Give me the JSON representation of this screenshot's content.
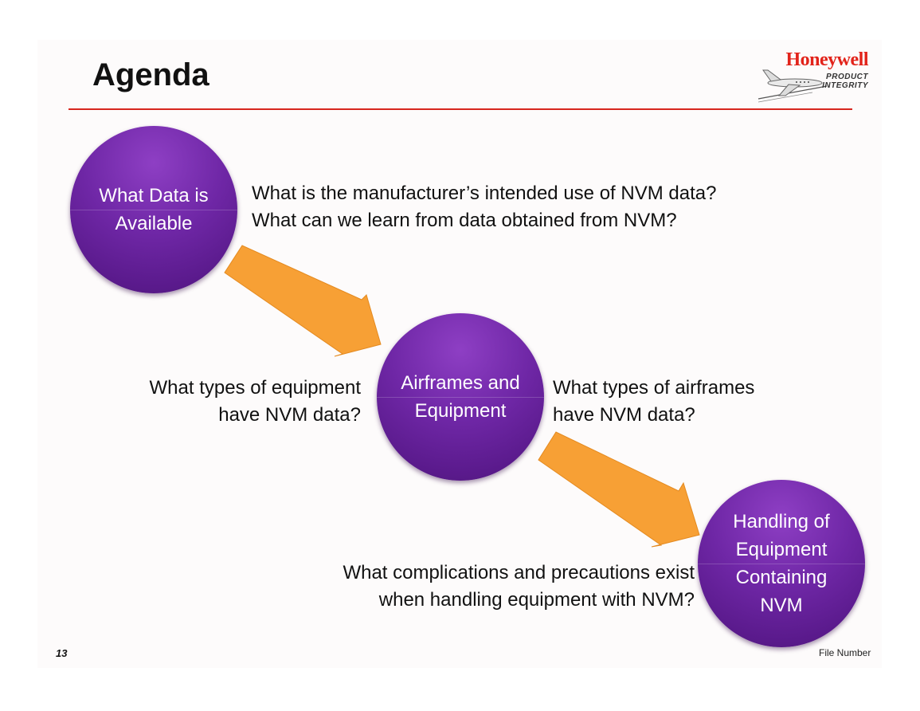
{
  "slide": {
    "title": "Agenda",
    "page_number": "13",
    "footer_label": "File Number"
  },
  "logo": {
    "brand": "Honeywell",
    "sub_line1": "PRODUCT",
    "sub_line2": "INTEGRITY"
  },
  "steps": [
    {
      "label": "What Data is Available"
    },
    {
      "label": "Airframes and Equipment"
    },
    {
      "label": "Handling of Equipment Containing NVM"
    }
  ],
  "questions": {
    "q1": [
      "What is the manufacturer’s intended use of NVM data?",
      "What can we learn from data obtained from NVM?"
    ],
    "q2": [
      "What types of equipment",
      "have NVM data?"
    ],
    "q3": [
      "What types of airframes",
      "have NVM data?"
    ],
    "q4": [
      "What complications and precautions exist",
      "when handling equipment with NVM?"
    ]
  },
  "colors": {
    "accent_red": "#d7261e",
    "circle_purple": "#6f27a6",
    "arrow_orange": "#f7a035"
  }
}
